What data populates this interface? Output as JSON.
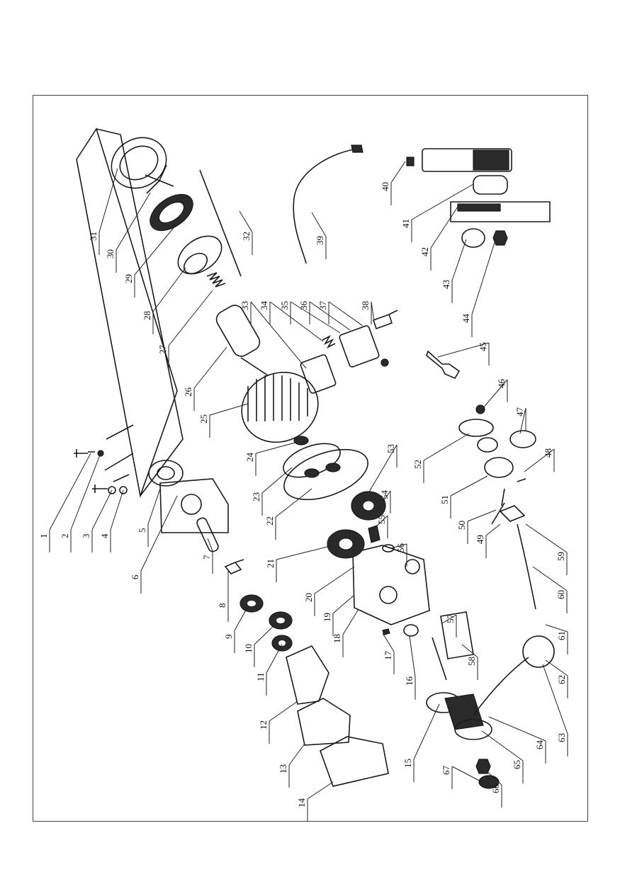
{
  "diagram": {
    "labels": [
      "1",
      "2",
      "3",
      "4",
      "5",
      "6",
      "7",
      "8",
      "9",
      "10",
      "11",
      "12",
      "13",
      "14",
      "15",
      "16",
      "17",
      "18",
      "19",
      "20",
      "21",
      "22",
      "23",
      "24",
      "25",
      "26",
      "27",
      "28",
      "29",
      "30",
      "31",
      "32",
      "33",
      "34",
      "35",
      "36",
      "37",
      "38",
      "39",
      "40",
      "41",
      "42",
      "43",
      "44",
      "45",
      "46",
      "47",
      "48",
      "49",
      "50",
      "51",
      "52",
      "53",
      "54",
      "55",
      "56",
      "57",
      "58",
      "59",
      "60",
      "61",
      "62",
      "63",
      "64",
      "65",
      "66",
      "67"
    ]
  }
}
